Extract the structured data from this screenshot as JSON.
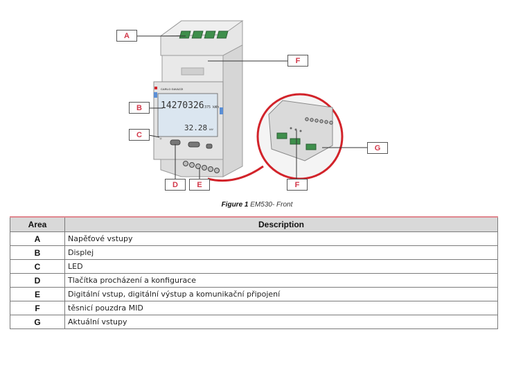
{
  "figure": {
    "callouts": {
      "A": "A",
      "B": "B",
      "C": "C",
      "D": "D",
      "E": "E",
      "F_top": "F",
      "F_bottom": "F",
      "G": "G"
    },
    "display": {
      "main_reading": "14270326",
      "main_reading_small": ".375 kWh",
      "sub_reading": "32.28",
      "sub_unit": "kW"
    },
    "brand_label": "CARLO GAVAZZI",
    "accent_color": "#d2232a"
  },
  "caption": {
    "label": "Figure 1",
    "text": "EM530- Front"
  },
  "table": {
    "headers": [
      "Area",
      "Description"
    ],
    "rows": [
      {
        "area": "A",
        "description": "Napěťové vstupy"
      },
      {
        "area": "B",
        "description": "Displej"
      },
      {
        "area": "C",
        "description": "LED"
      },
      {
        "area": "D",
        "description": "Tlačítka procházení a konfigurace"
      },
      {
        "area": "E",
        "description": "Digitální vstup, digitální výstup a komunikační připojení"
      },
      {
        "area": "F",
        "description": "těsnicí pouzdra MID"
      },
      {
        "area": "G",
        "description": "Aktuální vstupy"
      }
    ]
  }
}
